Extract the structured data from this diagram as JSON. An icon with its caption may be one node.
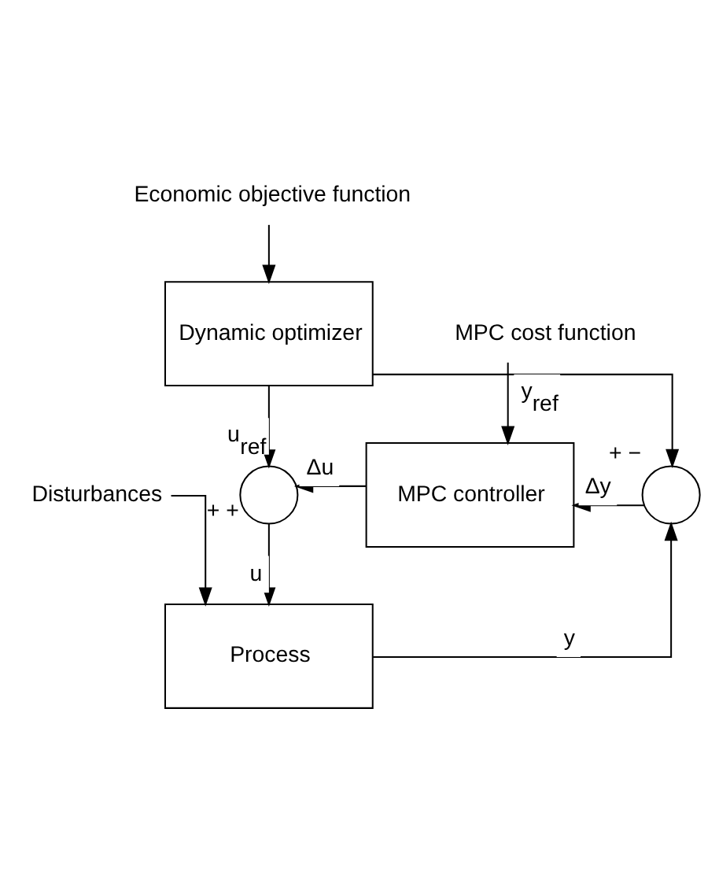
{
  "diagram": {
    "nodes": [
      {
        "text": [
          "Economic objective function"
        ]
      },
      {
        "text": [
          "Dynamic optimizer"
        ]
      },
      {
        "text": [
          "MPC cost function"
        ]
      },
      {
        "text": [
          "MPC controller"
        ]
      },
      {
        "text": [
          "Disturbances"
        ]
      },
      {
        "text": [
          "Process"
        ]
      },
      {
        "text": [],
        "shape": "circle",
        "beside": [
          "+",
          "+"
        ]
      },
      {
        "text": [],
        "shape": "circle",
        "beside": [
          "+",
          "−"
        ]
      }
    ],
    "edges": [
      {
        "from": 0,
        "to": 1,
        "arrow": "to"
      },
      {
        "from": 1,
        "to": 6,
        "arrow": "to",
        "label": "u$_{ref}$"
      },
      {
        "from": 1,
        "to": 7,
        "arrow": "to",
        "label": "y$_{ref}$"
      },
      {
        "from": 2,
        "to": 3,
        "arrow": "to"
      },
      {
        "from": 3,
        "to": 6,
        "arrow": "to",
        "label": "Δu"
      },
      {
        "from": 7,
        "to": 3,
        "arrow": "to",
        "label": "Δy"
      },
      {
        "from": 4,
        "to": 5,
        "arrow": "to"
      },
      {
        "from": 6,
        "to": 5,
        "arrow": "to",
        "label": "u"
      },
      {
        "from": 5,
        "to": 7,
        "arrow": "to",
        "label": "y"
      }
    ]
  }
}
